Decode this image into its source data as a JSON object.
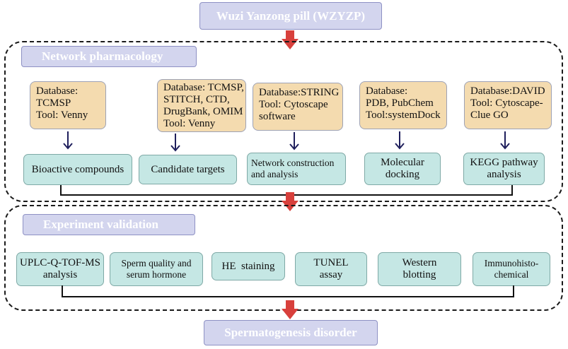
{
  "header": {
    "title": "Wuzi Yanzong pill (WZYZP)"
  },
  "network": {
    "label": "Network pharmacology",
    "db_boxes": [
      {
        "lines": [
          "Database:",
          "TCMSP",
          "Tool: Venny"
        ]
      },
      {
        "lines": [
          "Database: TCMSP,",
          "STITCH, CTD,",
          "DrugBank, OMIM",
          "Tool: Venny"
        ]
      },
      {
        "lines": [
          "Database:STRING",
          "Tool: Cytoscape",
          "software"
        ]
      },
      {
        "lines": [
          "Database:",
          "PDB, PubChem",
          "Tool:systemDock"
        ]
      },
      {
        "lines": [
          "Database:DAVID",
          "Tool: Cytoscape-",
          "Clue GO"
        ]
      }
    ],
    "results": [
      {
        "lines": [
          "Bioactive compounds"
        ]
      },
      {
        "lines": [
          "Candidate targets"
        ]
      },
      {
        "lines": [
          "Network construction",
          "and analysis"
        ]
      },
      {
        "lines": [
          "Molecular",
          "docking"
        ]
      },
      {
        "lines": [
          "KEGG pathway",
          "analysis"
        ]
      }
    ]
  },
  "experiment": {
    "label": "Experiment validation",
    "items": [
      {
        "lines": [
          "UPLC-Q-TOF-MS",
          "analysis"
        ]
      },
      {
        "lines": [
          "Sperm quality and",
          "serum hormone"
        ]
      },
      {
        "lines": [
          "HE  staining"
        ]
      },
      {
        "lines": [
          "TUNEL",
          "assay"
        ]
      },
      {
        "lines": [
          "Western",
          "blotting"
        ]
      },
      {
        "lines": [
          "Immunohisto-",
          "chemical"
        ]
      }
    ]
  },
  "footer": {
    "title": "Spermatogenesis disorder"
  },
  "colors": {
    "lavender": "#d3d5ee",
    "tan": "#f4dbaf",
    "teal": "#c5e7e4",
    "arrow_red": "#d8403c",
    "navy_arrow": "#1f1f5c"
  }
}
